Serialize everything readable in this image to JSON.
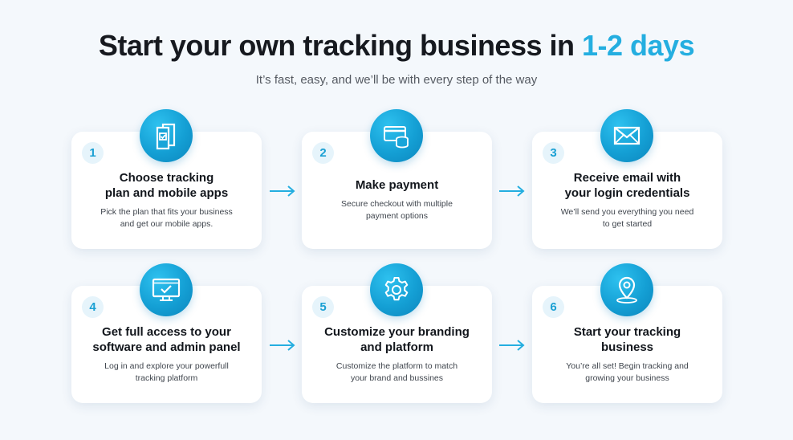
{
  "header": {
    "title_main": "Start your own tracking business in",
    "title_highlight": "1-2 days",
    "subtitle": "It’s fast, easy, and we’ll be with every step of the way"
  },
  "colors": {
    "accent": "#24aee0",
    "badge_bg": "#e6f4fb",
    "background": "#f4f8fc"
  },
  "steps": [
    {
      "number": "1",
      "icon": "plan-document-icon",
      "title_line1": "Choose tracking",
      "title_line2": "plan and mobile apps",
      "desc_line1": "Pick the plan that fits your business",
      "desc_line2": "and get our mobile apps."
    },
    {
      "number": "2",
      "icon": "credit-card-coins-icon",
      "title_line1": "Make payment",
      "title_line2": "",
      "desc_line1": "Secure checkout with multiple",
      "desc_line2": "payment options"
    },
    {
      "number": "3",
      "icon": "envelope-icon",
      "title_line1": "Receive email with",
      "title_line2": "your login credentials",
      "desc_line1": "We’ll send you everything you need",
      "desc_line2": "to get started"
    },
    {
      "number": "4",
      "icon": "monitor-check-icon",
      "title_line1": "Get full access to your",
      "title_line2": "software and admin panel",
      "desc_line1": "Log in and explore your powerfull",
      "desc_line2": "tracking platform"
    },
    {
      "number": "5",
      "icon": "gear-icon",
      "title_line1": "Customize your branding",
      "title_line2": "and platform",
      "desc_line1": "Customize the platform to match",
      "desc_line2": "your brand and bussines"
    },
    {
      "number": "6",
      "icon": "location-pin-icon",
      "title_line1": "Start your tracking",
      "title_line2": "business",
      "desc_line1": "You’re all set! Begin tracking and",
      "desc_line2": "growing your business"
    }
  ]
}
